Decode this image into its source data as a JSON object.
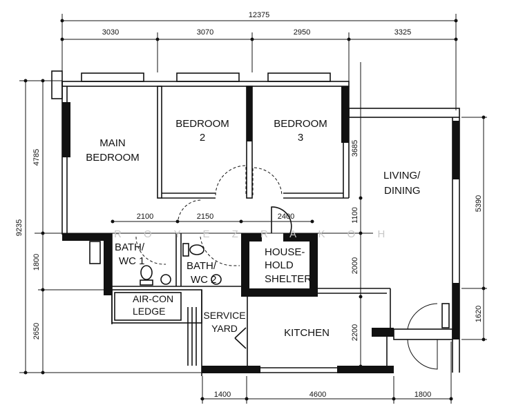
{
  "title": "Floor plan",
  "dimensions": {
    "overall_width": "12375",
    "top": [
      "3030",
      "3070",
      "2950",
      "3325"
    ],
    "left_total": "9235",
    "left": [
      "4785",
      "1800",
      "2650"
    ],
    "inner_vertical": [
      "3685",
      "1100",
      "2000",
      "2200"
    ],
    "right": [
      "5390",
      "1620"
    ],
    "inner_horizontal": [
      "2100",
      "2150",
      "2400"
    ],
    "bottom": [
      "1400",
      "4600",
      "1800"
    ]
  },
  "rooms": {
    "main_bedroom": [
      "MAIN",
      "BEDROOM"
    ],
    "bedroom2": [
      "BEDROOM",
      "2"
    ],
    "bedroom3": [
      "BEDROOM",
      "3"
    ],
    "living": [
      "LIVING/",
      "DINING"
    ],
    "bath1": [
      "BATH/",
      "WC  1"
    ],
    "bath2": [
      "BATH/",
      "WC  2"
    ],
    "shelter": [
      "HOUSE-",
      "HOLD",
      "SHELTER"
    ],
    "aircon": [
      "AIR-CON",
      "LEDGE"
    ],
    "service": [
      "SERVICE",
      "YARD"
    ],
    "kitchen": [
      "KITCHEN"
    ]
  },
  "watermark": "R O Y   E Z R A   K O H"
}
